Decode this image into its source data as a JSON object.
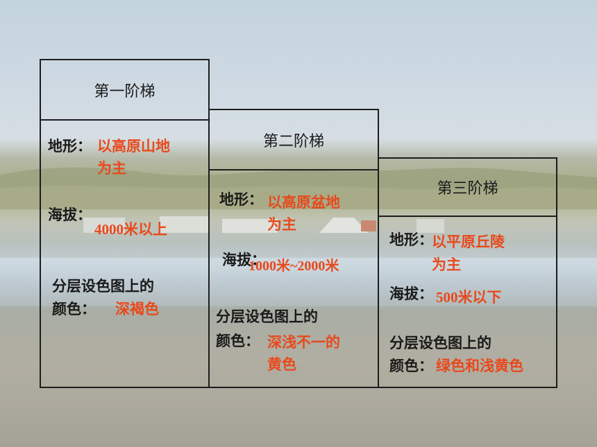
{
  "steps": [
    {
      "title": "第一阶梯",
      "terrain_label": "地形：",
      "terrain_value_1": "以高原山地",
      "terrain_value_2": "为主",
      "altitude_label": "海拔：",
      "altitude_value": "4000米以上",
      "color_label_1": "分层设色图上的",
      "color_label_2": "颜色：",
      "color_value": "深褐色"
    },
    {
      "title": "第二阶梯",
      "terrain_label": "地形：",
      "terrain_value_1": "以高原盆地",
      "terrain_value_2": "为主",
      "altitude_label": "海拔：",
      "altitude_value": "1000米~2000米",
      "color_label_1": "分层设色图上的",
      "color_label_2": "颜色：",
      "color_value_1": "深浅不一的",
      "color_value_2": "黄色"
    },
    {
      "title": "第三阶梯",
      "terrain_label": "地形：",
      "terrain_value_1": "以平原丘陵",
      "terrain_value_2": "为主",
      "altitude_label": "海拔：",
      "altitude_value": "500米以下",
      "color_label_1": "分层设色图上的",
      "color_label_2": "颜色：",
      "color_value": "绿色和浅黄色"
    }
  ],
  "colors": {
    "value_text": "#e8491c",
    "label_text": "#1a1a1a",
    "border": "#1c1c1c"
  }
}
